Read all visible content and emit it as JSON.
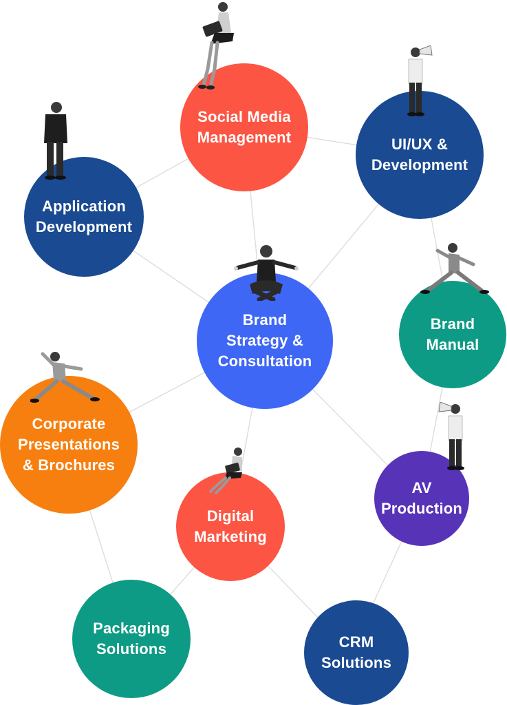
{
  "colors": {
    "red": "#fc5543",
    "navy": "#1a4a92",
    "blue": "#3f67f6",
    "teal": "#0e9b85",
    "orange": "#f77f0f",
    "purple": "#5733b8",
    "connector": "#dddddd"
  },
  "nodes": {
    "social_media": {
      "label": "Social Media\nManagement",
      "color": "#fc5543"
    },
    "uiux": {
      "label": "UI/UX &\nDevelopment",
      "color": "#1a4a92"
    },
    "application": {
      "label": "Application\nDevelopment",
      "color": "#1a4a92"
    },
    "brand_strategy": {
      "label": "Brand\nStrategy &\nConsultation",
      "color": "#3f67f6"
    },
    "brand_manual": {
      "label": "Brand\nManual",
      "color": "#0e9b85"
    },
    "corporate": {
      "label": "Corporate\nPresentations\n& Brochures",
      "color": "#f77f0f"
    },
    "av_production": {
      "label": "AV\nProduction",
      "color": "#5733b8"
    },
    "digital_marketing": {
      "label": "Digital\nMarketing",
      "color": "#fc5543"
    },
    "packaging": {
      "label": "Packaging\nSolutions",
      "color": "#0e9b85"
    },
    "crm": {
      "label": "CRM\nSolutions",
      "color": "#1a4a92"
    }
  },
  "figures": [
    {
      "name": "laptop-woman-figure-icon",
      "pose": "sitting-laptop"
    },
    {
      "name": "megaphone-man-figure-icon",
      "pose": "megaphone"
    },
    {
      "name": "standing-businessman-figure-icon",
      "pose": "standing"
    },
    {
      "name": "meditating-man-figure-icon",
      "pose": "meditating"
    },
    {
      "name": "leaping-man-figure-icon",
      "pose": "leaping"
    },
    {
      "name": "leaping-woman-figure-icon",
      "pose": "leaping"
    },
    {
      "name": "megaphone-man-figure-icon",
      "pose": "megaphone"
    },
    {
      "name": "laptop-woman-figure-icon",
      "pose": "sitting-laptop"
    }
  ]
}
